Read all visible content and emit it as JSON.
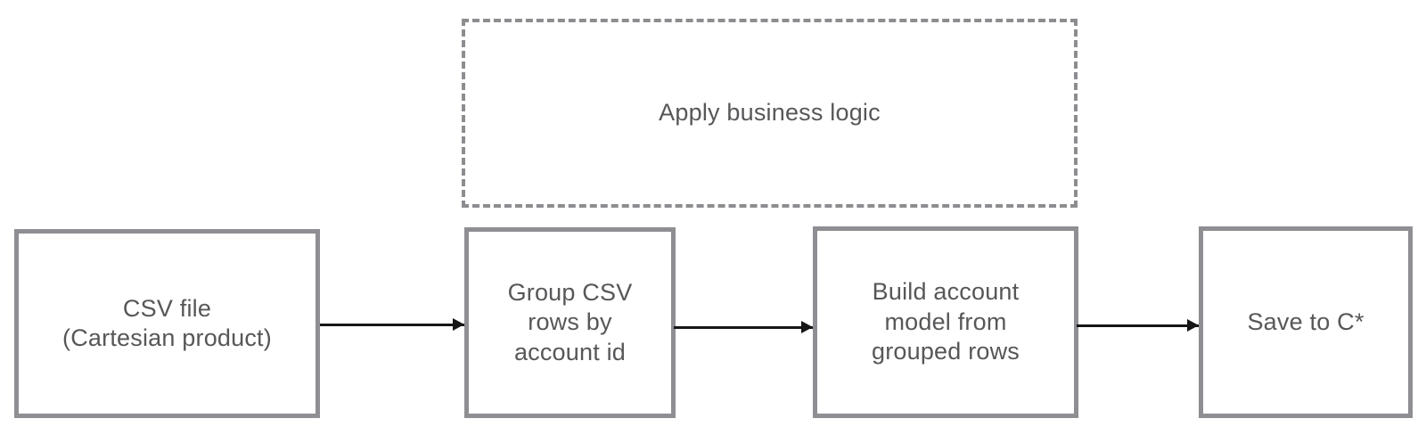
{
  "diagram": {
    "type": "flowchart",
    "background_color": "#ffffff",
    "colors": {
      "node_border": "#8e8e93",
      "dashed_region_border": "#8d8d91",
      "label_text": "#57575a",
      "arrow": "#161616"
    },
    "region": {
      "id": "apply-business-logic",
      "label": "Apply business logic",
      "border_style": "dashed",
      "covers": [
        "group-csv-rows",
        "build-account-model"
      ]
    },
    "nodes": [
      {
        "id": "csv-file",
        "label": "CSV file\n(Cartesian product)"
      },
      {
        "id": "group-csv-rows",
        "label": "Group CSV\nrows by\naccount id"
      },
      {
        "id": "build-account-model",
        "label": "Build account\nmodel from\ngrouped rows"
      },
      {
        "id": "save-to-cstar",
        "label": "Save to C*"
      }
    ],
    "arrows": [
      {
        "from": "csv-file",
        "to": "group-csv-rows"
      },
      {
        "from": "group-csv-rows",
        "to": "build-account-model"
      },
      {
        "from": "build-account-model",
        "to": "save-to-cstar"
      }
    ]
  }
}
